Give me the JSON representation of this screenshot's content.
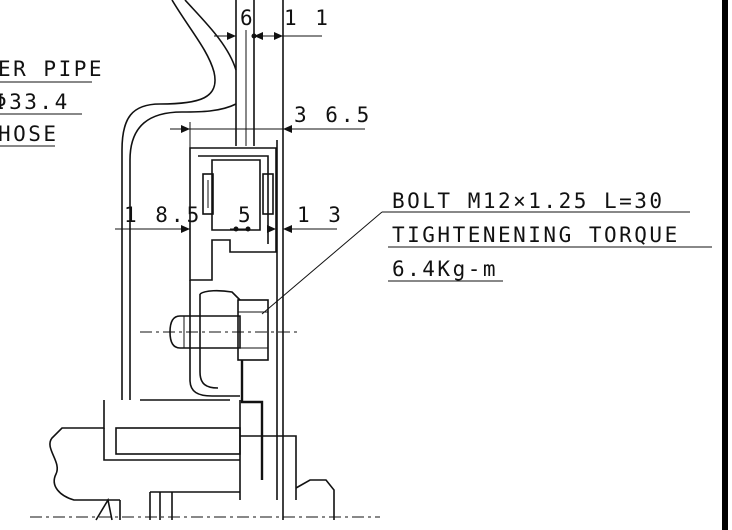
{
  "labels": {
    "pipe_line1": "ER PIPE",
    "pipe_line2": "Φ33.4",
    "pipe_line3": "HOSE"
  },
  "dimensions": {
    "d6": "6",
    "d11": "1 1",
    "d36_5": "3 6.5",
    "d18_5": "1 8.5",
    "d5": "5",
    "d13": "1 3"
  },
  "bolt_note": {
    "line1": "BOLT M12×1.25 L=30",
    "line2": "TIGHTENENING TORQUE",
    "line3": "6.4Kg-m"
  },
  "colors": {
    "line": "#111111",
    "paper": "#ffffff"
  }
}
